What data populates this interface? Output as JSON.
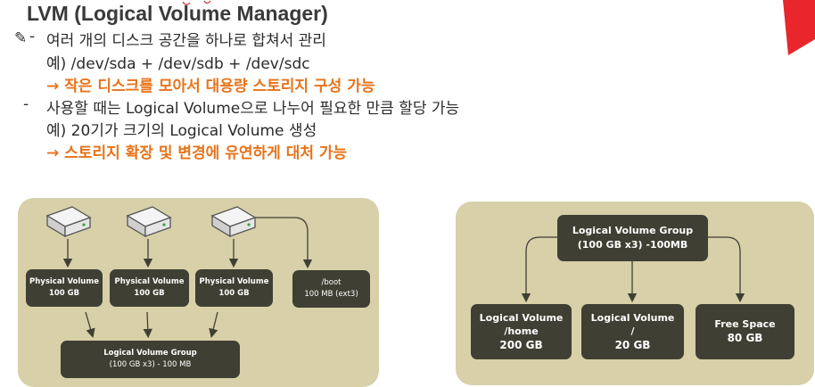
{
  "slide": {
    "title": "LVM (Logical Volume Manager)",
    "bullets": [
      {
        "marker": "-",
        "line1": "여러 개의 디스크 공간을 하나로 합쳐서 관리",
        "line2": "예) /dev/sda + /dev/sdb + /dev/sdc",
        "line3": "→ 작은 디스크를 모아서 대용량 스토리지 구성 가능"
      },
      {
        "marker": "-",
        "line1": "사용할 때는 Logical Volume으로 나누어 필요한 만큼 할당 가능",
        "line2": "예) 20기가 크기의 Logical Volume 생성",
        "line3": "→ 스토리지 확장 및 변경에 유연하게 대처 가능"
      }
    ],
    "accent_color": "#e8731a",
    "corner_color": "#e8262c"
  },
  "diagram_left": {
    "volumes": [
      {
        "name": "Physical Volume",
        "size": "100 GB"
      },
      {
        "name": "Physical Volume",
        "size": "100 GB"
      },
      {
        "name": "Physical Volume",
        "size": "100 GB"
      },
      {
        "name": "/boot",
        "size": "100 MB (ext3)"
      }
    ],
    "group": {
      "name": "Logical Volume Group",
      "size": "(100 GB x3) - 100 MB"
    }
  },
  "diagram_right": {
    "group": {
      "name": "Logical Volume Group",
      "size": "(100 GB x3) -100MB"
    },
    "items": [
      {
        "name": "Logical Volume",
        "mount": "/home",
        "size": "200 GB"
      },
      {
        "name": "Logical Volume",
        "mount": "/",
        "size": "20 GB"
      },
      {
        "name": "Free Space",
        "mount": "",
        "size": "80 GB"
      }
    ]
  }
}
